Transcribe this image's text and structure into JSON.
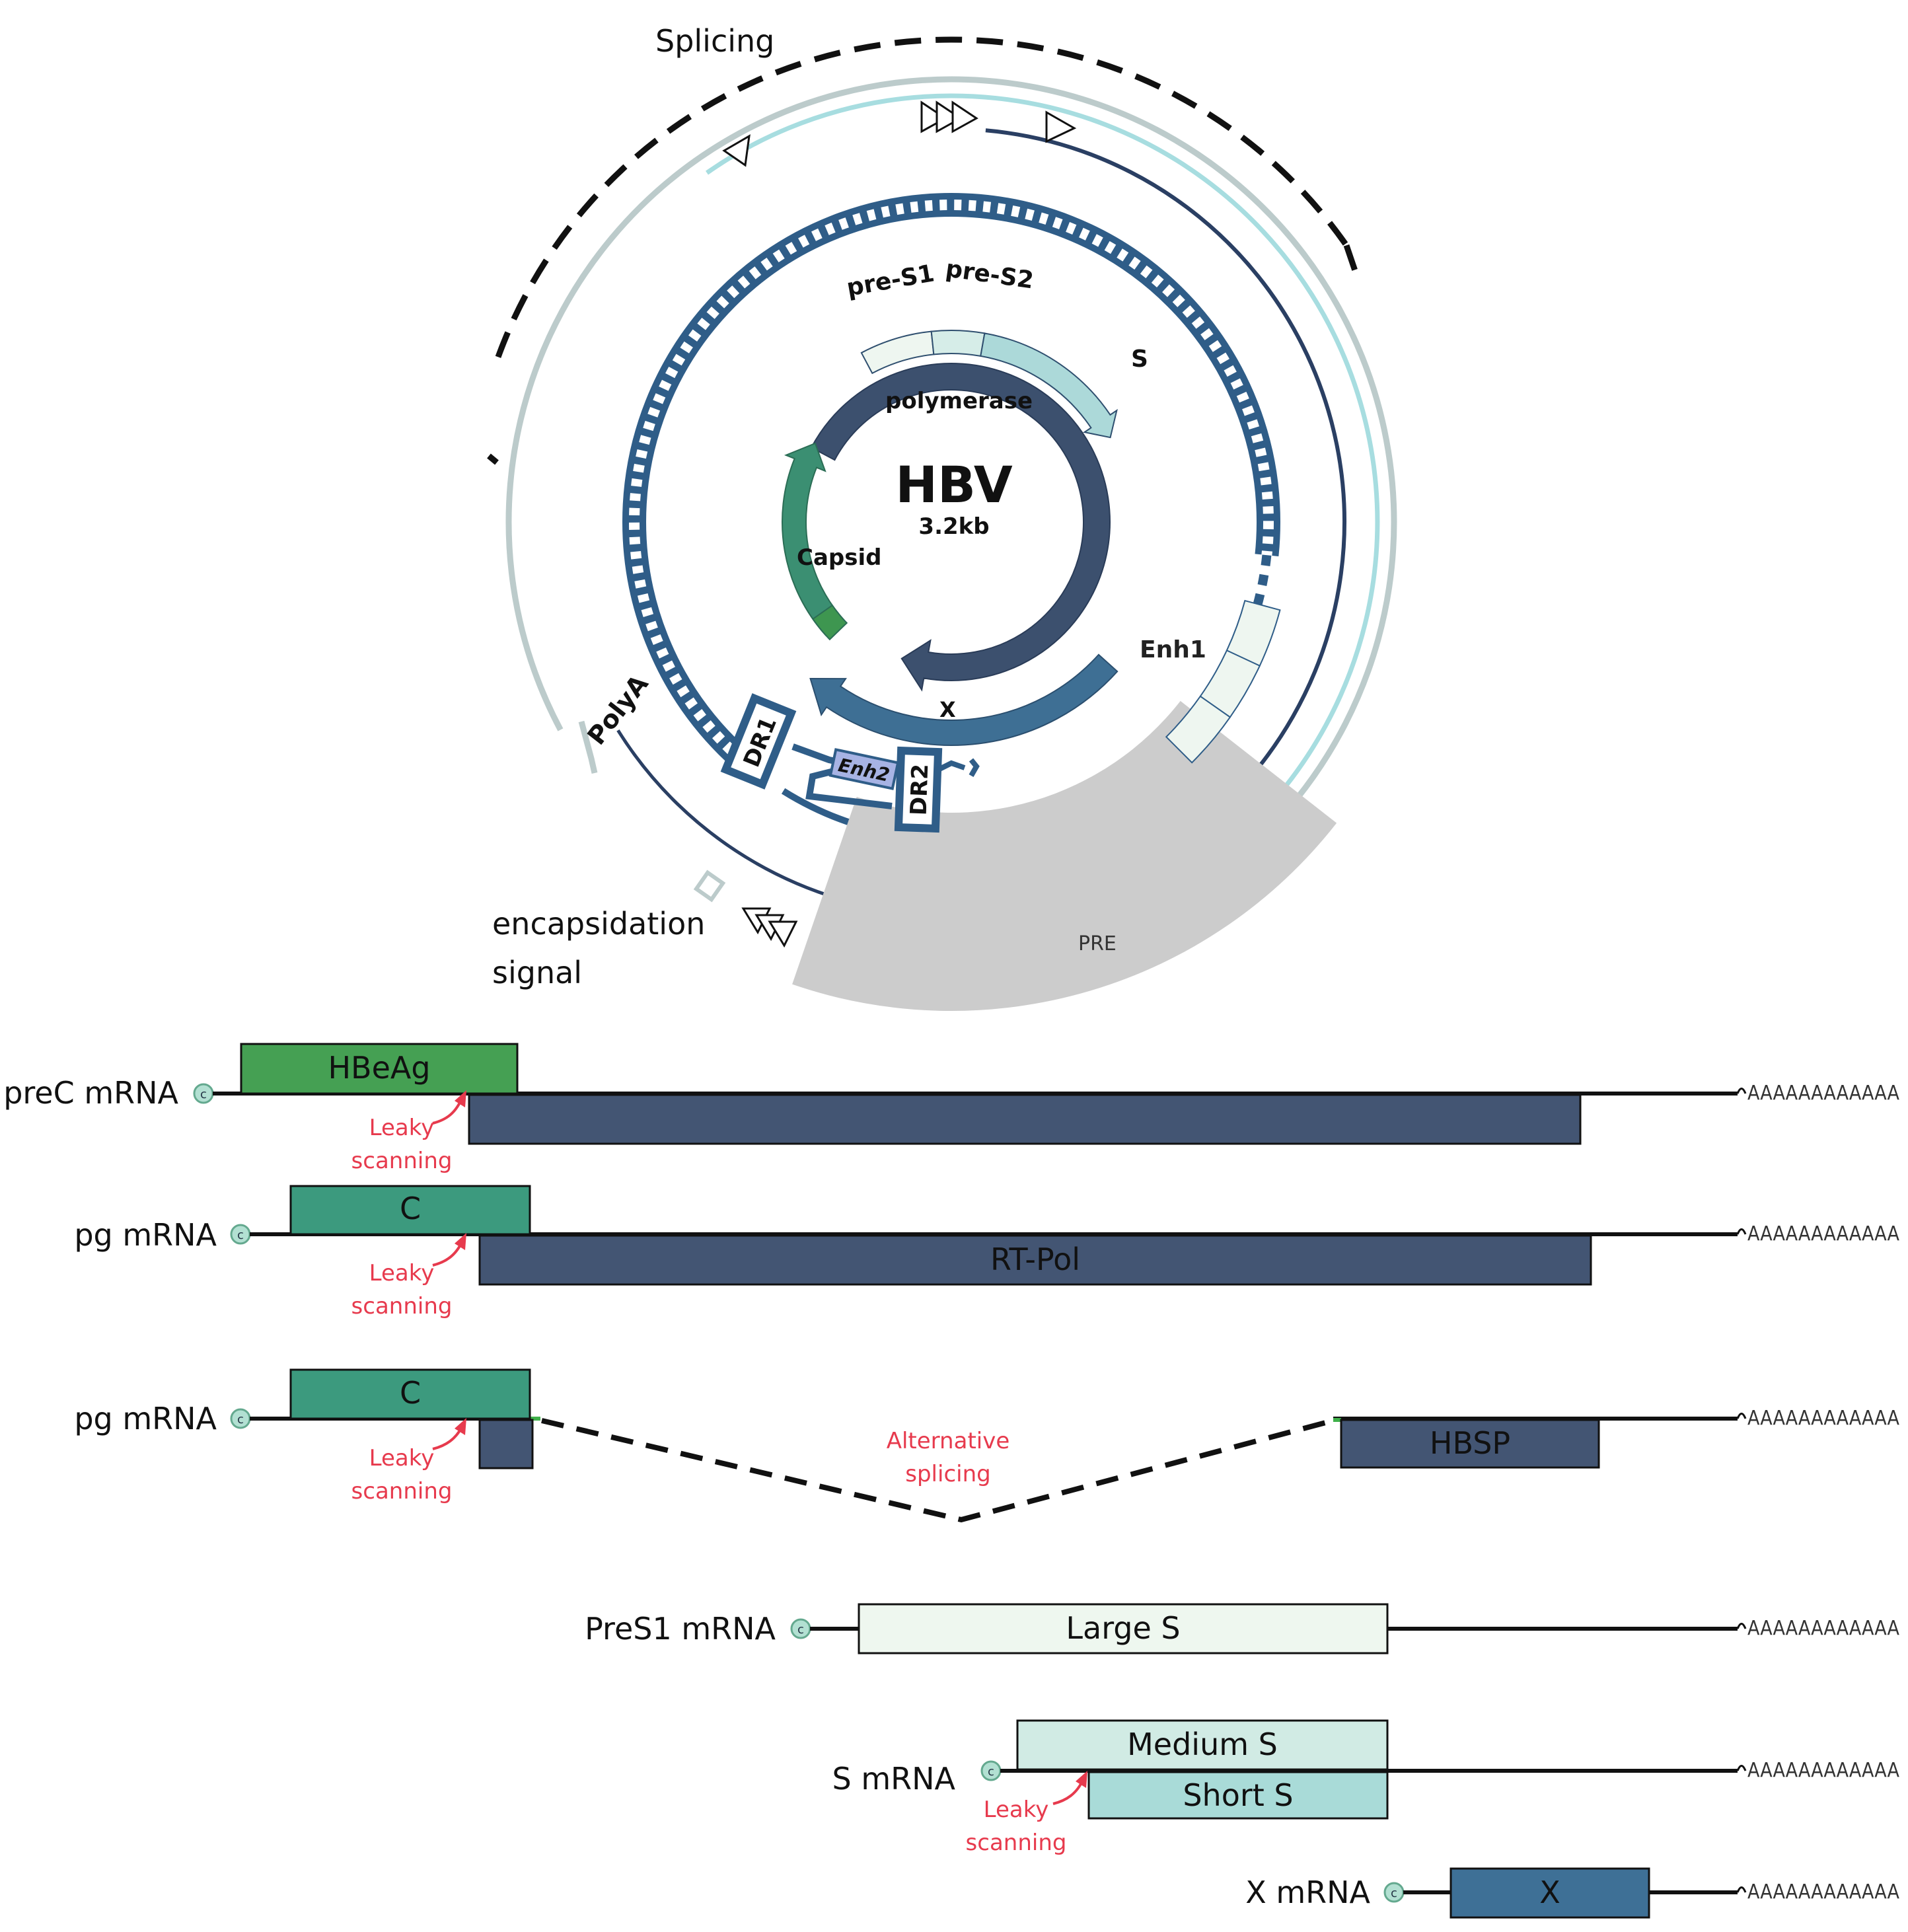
{
  "genome": {
    "title": "HBV",
    "size": "3.2kb",
    "labels": {
      "splicing": "Splicing",
      "pre_s1": "pre-S1",
      "pre_s2": "pre-S2",
      "s": "S",
      "polymerase": "polymerase",
      "capsid": "Capsid",
      "x": "X",
      "enh1": "Enh1",
      "enh2": "Enh2",
      "dr1": "DR1",
      "dr2": "DR2",
      "polya": "PolyA",
      "encapsidation_1": "encapsidation",
      "encapsidation_2": "signal",
      "pre": "PRE"
    },
    "colors": {
      "ring_dark": "#2f5d88",
      "polymerase": "#3c506e",
      "capsid": "#3b8f72",
      "capsid_tip": "#3e9650",
      "x_gene": "#3e6f94",
      "pre_s1": "#eef6f0",
      "pre_s2": "#d6ede8",
      "s_gene": "#acd9d9",
      "outer_gray": "#bccbcb",
      "outer_cyan": "#a7dde0",
      "navy": "#2a3f63",
      "pre_region": "#cccccc",
      "enh2": "#a7b3e4"
    }
  },
  "transcripts": {
    "cap_glyph": "c",
    "polya_tail": "AAAAAAAAAAAA",
    "leaky_1": "Leaky",
    "leaky_2": "scanning",
    "alt_1": "Alternative",
    "alt_2": "splicing",
    "rows": [
      {
        "label": "preC mRNA",
        "upper": "HBeAg",
        "lower": ""
      },
      {
        "label": "pg mRNA",
        "upper": "C",
        "lower": "RT-Pol"
      },
      {
        "label": "pg mRNA",
        "upper": "C",
        "lower": "HBSP"
      },
      {
        "label": "PreS1 mRNA",
        "upper": "Large S",
        "lower": ""
      },
      {
        "label": "S mRNA",
        "upper": "Medium S",
        "lower": "Short S"
      },
      {
        "label": "X mRNA",
        "upper": "X",
        "lower": ""
      }
    ],
    "colors": {
      "hbeag": "#45a053",
      "c_box": "#3c9a7e",
      "pol_box": "#435573",
      "large_s": "#eef7ef",
      "medium_s": "#d1ebe4",
      "short_s": "#a9dbd8",
      "x_box": "#3e7096",
      "leaky": "#e73a4d",
      "cap_fill": "#b2e0d2",
      "cap_stroke": "#64a98f"
    }
  }
}
